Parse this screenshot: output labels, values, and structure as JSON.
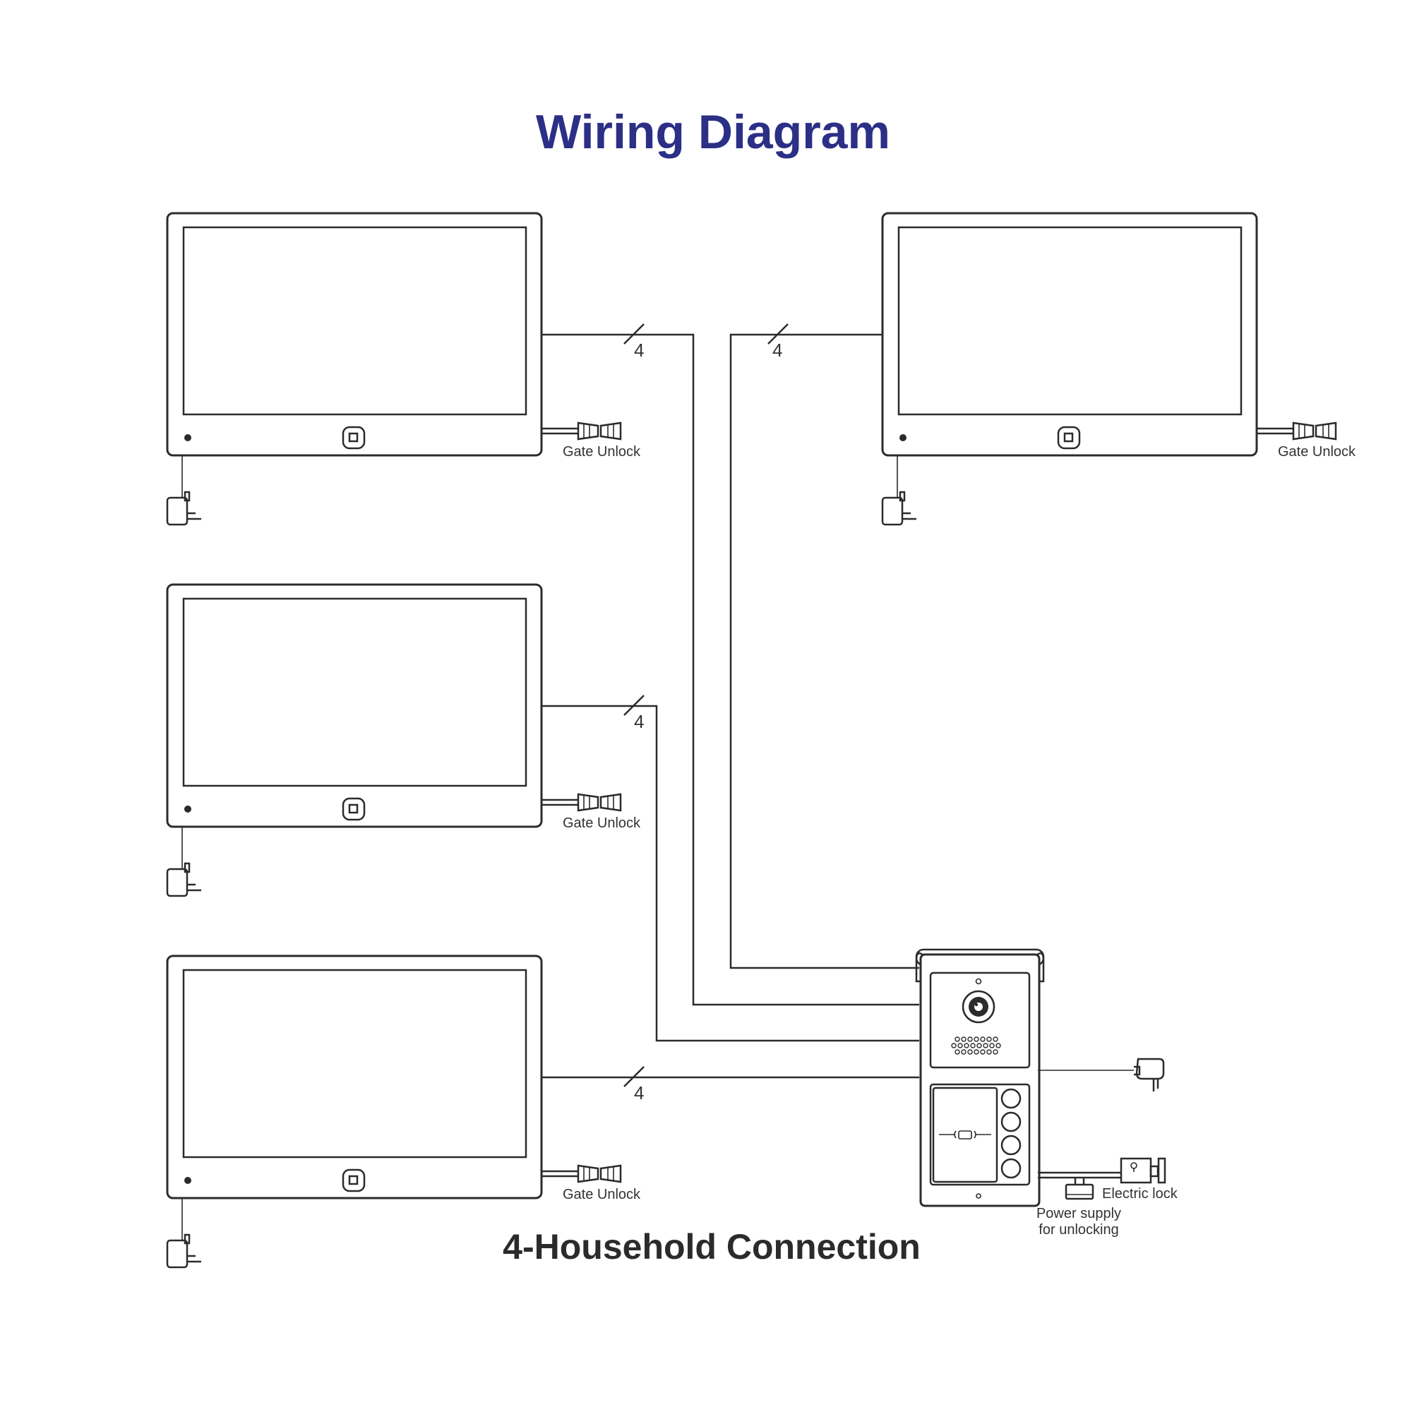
{
  "title": "Wiring Diagram",
  "subtitle": "4-Household Connection",
  "wire_count_label": "4",
  "monitors": [
    {
      "gate_label": "Gate Unlock"
    },
    {
      "gate_label": "Gate Unlock"
    },
    {
      "gate_label": "Gate Unlock"
    },
    {
      "gate_label": "Gate Unlock"
    }
  ],
  "door_station": {
    "electric_lock_label": "Electric lock",
    "power_supply_line1": "Power supply",
    "power_supply_line2": "for unlocking"
  },
  "colors": {
    "title": "#2b2f86",
    "line": "#2b2b2b"
  },
  "icons": [
    "power-adapter-icon",
    "gate-connector-icon",
    "camera-icon",
    "electric-lock-icon",
    "card-reader-icon"
  ]
}
